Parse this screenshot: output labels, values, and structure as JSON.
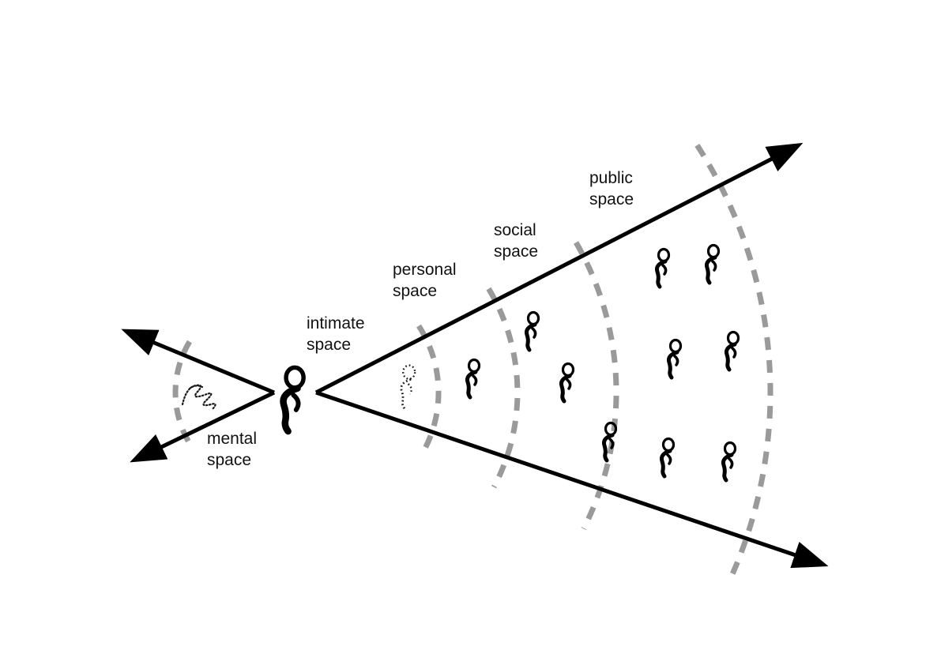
{
  "diagram": {
    "zones": [
      {
        "id": "mental",
        "label_line1": "mental",
        "label_line2": "space"
      },
      {
        "id": "intimate",
        "label_line1": "intimate",
        "label_line2": "space"
      },
      {
        "id": "personal",
        "label_line1": "personal",
        "label_line2": "space"
      },
      {
        "id": "social",
        "label_line1": "social",
        "label_line2": "space"
      },
      {
        "id": "public",
        "label_line1": "public",
        "label_line2": "space"
      }
    ],
    "figures": {
      "central_person": 1,
      "intimate_zone_dotted_person": 1,
      "personal_zone_people": 1,
      "social_zone_people": 3,
      "public_zone_people": 6,
      "mental_zone_scribble": 1
    },
    "colors": {
      "lines": "#000000",
      "dashed_arcs": "#9a9a9a",
      "background": "#ffffff",
      "text": "#111111"
    }
  }
}
